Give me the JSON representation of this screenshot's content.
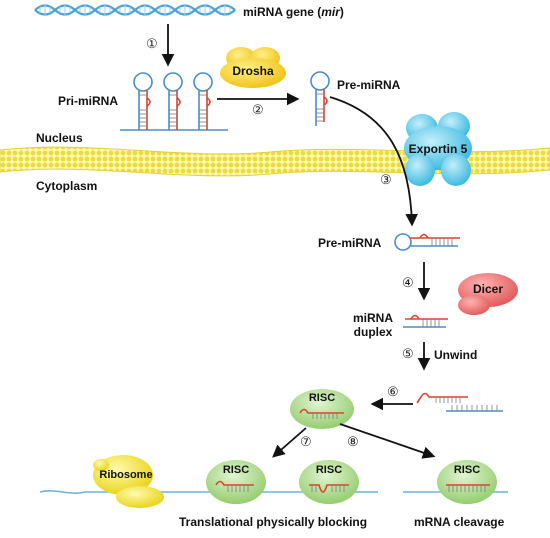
{
  "gene": {
    "prefix": "miRNA gene (",
    "italic": "mir",
    "suffix": ")"
  },
  "labels": {
    "pri_mirna": "Pri-miRNA",
    "pre_mirna_nucleus": "Pre-miRNA",
    "nucleus": "Nucleus",
    "cytoplasm": "Cytoplasm",
    "pre_mirna_cyto": "Pre-miRNA",
    "mirna_duplex_line1": "miRNA",
    "mirna_duplex_line2": "duplex",
    "unwind": "Unwind",
    "translational": "Translational physically blocking",
    "cleavage": "mRNA cleavage"
  },
  "proteins": {
    "drosha": "Drosha",
    "exportin": "Exportin 5",
    "dicer": "Dicer",
    "risc": "RISC",
    "ribosome": "Ribosome"
  },
  "steps": [
    "①",
    "②",
    "③",
    "④",
    "⑤",
    "⑥",
    "⑦",
    "⑧"
  ],
  "colors": {
    "dna": "#4aa3d8",
    "rna_loop": "#4a8ec9",
    "rna_red": "#d9452f",
    "membrane": "#e9dc3c",
    "drosha": "#f2cc1e",
    "exportin": "#5fc6e8",
    "dicer": "#ec6e6e",
    "risc": "#b6dc97",
    "ribosome": "#f2e11f",
    "mrna": "#6fb0de"
  }
}
